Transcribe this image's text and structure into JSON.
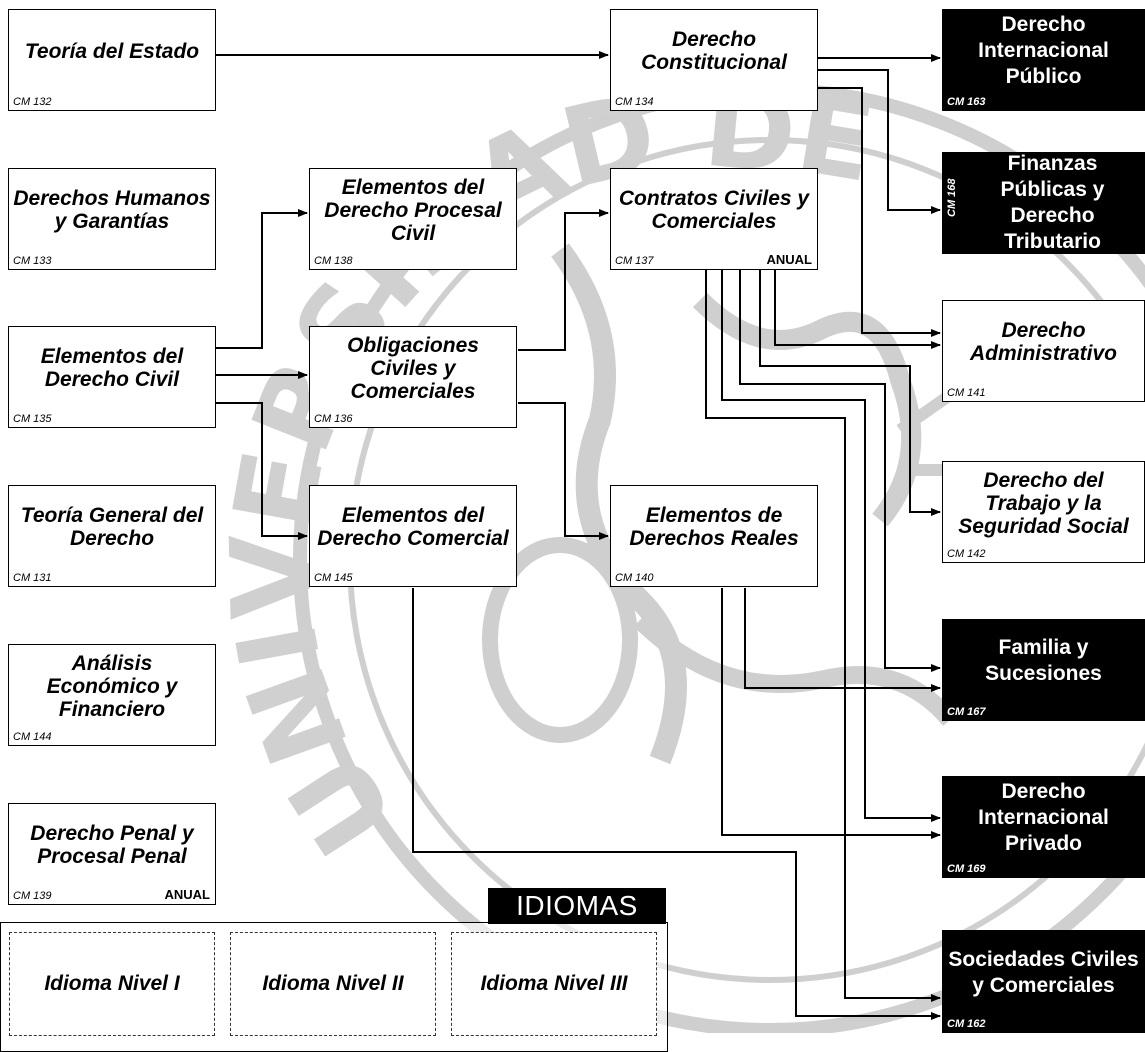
{
  "courses": {
    "teoria_estado": {
      "title": "Teoría del Estado",
      "code": "CM 132"
    },
    "derechos_humanos": {
      "title": "Derechos Humanos y Garantías",
      "code": "CM 133"
    },
    "elementos_civil": {
      "title": "Elementos del Derecho Civil",
      "code": "CM 135"
    },
    "teoria_general": {
      "title": "Teoría General del Derecho",
      "code": "CM 131"
    },
    "analisis_economico": {
      "title": "Análisis Económico y Financiero",
      "code": "CM 144"
    },
    "penal": {
      "title": "Derecho Penal y Procesal Penal",
      "code": "CM 139",
      "tag": "ANUAL"
    },
    "procesal_civil": {
      "title": "Elementos del Derecho Procesal Civil",
      "code": "CM 138"
    },
    "obligaciones": {
      "title": "Obligaciones Civiles y Comerciales",
      "code": "CM 136"
    },
    "comercial": {
      "title": "Elementos del Derecho Comercial",
      "code": "CM 145"
    },
    "constitucional": {
      "title": "Derecho Constitucional",
      "code": "CM 134"
    },
    "contratos": {
      "title": "Contratos Civiles y Comerciales",
      "code": "CM 137",
      "tag": "ANUAL"
    },
    "reales": {
      "title": "Elementos de Derechos Reales",
      "code": "CM 140"
    },
    "internacional_publico": {
      "title": "Derecho Internacional Público",
      "code": "CM 163"
    },
    "finanzas": {
      "title": "Finanzas Públicas y Derecho Tributario",
      "code": "CM 168"
    },
    "administrativo": {
      "title": "Derecho Administrativo",
      "code": "CM 141"
    },
    "trabajo": {
      "title": "Derecho del Trabajo y la Seguridad Social",
      "code": "CM 142"
    },
    "familia": {
      "title": "Familia y Sucesiones",
      "code": "CM 167"
    },
    "internacional_privado": {
      "title": "Derecho Internacional Privado",
      "code": "CM 169"
    },
    "sociedades": {
      "title": "Sociedades Civiles y Comerciales",
      "code": "CM 162"
    }
  },
  "languages": {
    "heading": "IDIOMAS",
    "items": [
      "Idioma Nivel I",
      "Idioma Nivel II",
      "Idioma Nivel III"
    ]
  },
  "watermark": {
    "arc_text": "UNIVERSIDAD DE"
  },
  "colors": {
    "dark_box": "#000000",
    "watermark": "#c8c8c8"
  }
}
